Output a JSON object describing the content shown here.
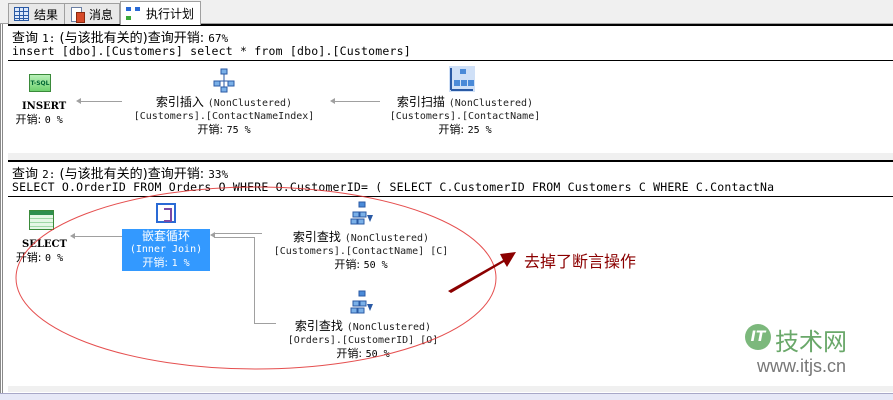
{
  "tabs": [
    {
      "label": "结果",
      "icon": "grid-icon",
      "active": false
    },
    {
      "label": "消息",
      "icon": "messages-icon",
      "active": false
    },
    {
      "label": "执行计划",
      "icon": "execution-plan-icon",
      "active": true
    }
  ],
  "queries": [
    {
      "header_prefix": "查询",
      "number": "1:",
      "header_mid": "(与该批有关的)查询开销:",
      "cost": "67%",
      "sql": "insert [dbo].[Customers] select * from [dbo].[Customers]",
      "nodes": [
        {
          "op": "INSERT",
          "cost_label": "开销:",
          "cost": "0 %",
          "icon": "tsql-icon",
          "icon_text": "T-SQL"
        },
        {
          "name": "索引插入",
          "kind": "(NonClustered)",
          "object": "[Customers].[ContactNameIndex]",
          "cost_label": "开销:",
          "cost": "75 %",
          "icon": "index-insert-icon"
        },
        {
          "name": "索引扫描",
          "kind": "(NonClustered)",
          "object": "[Customers].[ContactName]",
          "cost_label": "开销:",
          "cost": "25 %",
          "icon": "index-scan-icon"
        }
      ]
    },
    {
      "header_prefix": "查询",
      "number": "2:",
      "header_mid": "(与该批有关的)查询开销:",
      "cost": "33%",
      "sql": "SELECT O.OrderID FROM Orders O WHERE O.CustomerID= ( SELECT C.CustomerID FROM Customers C WHERE C.ContactNa",
      "nodes": [
        {
          "op": "SELECT",
          "cost_label": "开销:",
          "cost": "0 %",
          "icon": "select-icon"
        },
        {
          "name": "嵌套循环",
          "kind": "(Inner Join)",
          "cost_label": "开销:",
          "cost": "1 %",
          "icon": "nested-loops-icon",
          "selected": true
        },
        {
          "name": "索引查找",
          "kind": "(NonClustered)",
          "object": "[Customers].[ContactName] [C]",
          "cost_label": "开销:",
          "cost": "50 %",
          "icon": "index-seek-icon"
        },
        {
          "name": "索引查找",
          "kind": "(NonClustered)",
          "object": "[Orders].[CustomerID] [O]",
          "cost_label": "开销:",
          "cost": "50 %",
          "icon": "index-seek-icon"
        }
      ]
    }
  ],
  "annotation": {
    "text": "去掉了断言操作",
    "color": "#8b0000",
    "ellipse_color": "#e03030"
  },
  "watermark": {
    "badge": "IT",
    "title": "技术网",
    "url": "www.itjs.cn"
  },
  "colors": {
    "selection": "#3399ff",
    "connector": "#a0a0a0"
  }
}
